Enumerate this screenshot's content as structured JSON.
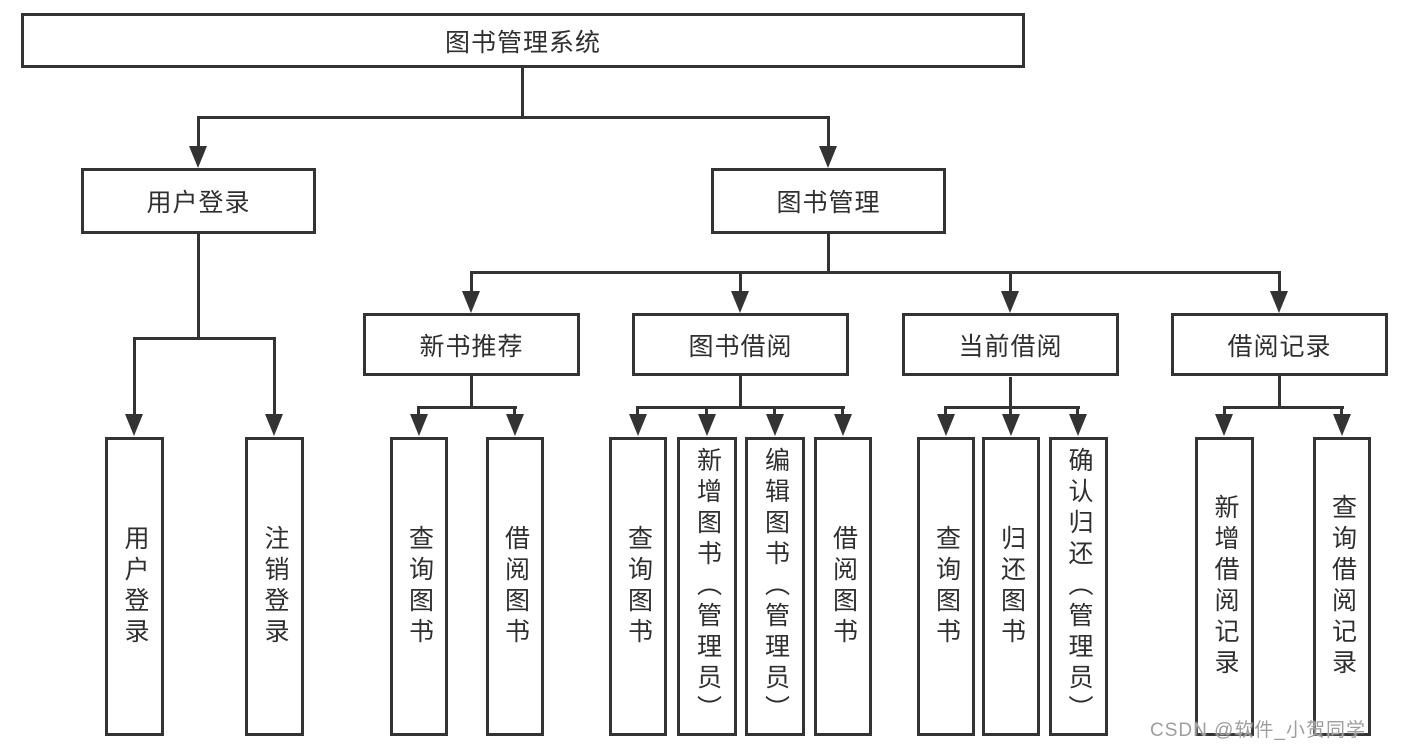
{
  "diagram_title": "图书管理系统",
  "colors": {
    "line": "#333333",
    "box_background": "#ffffff",
    "text": "#2f2f2f",
    "watermark": "#9e9e9e"
  },
  "nodes": {
    "root": "图书管理系统",
    "user_login": "用户登录",
    "book_mgmt": "图书管理",
    "new_book_rec": "新书推荐",
    "book_borrow": "图书借阅",
    "current_borrow": "当前借阅",
    "borrow_record": "借阅记录",
    "leaf_user_login": "用户登录",
    "leaf_logout": "注销登录",
    "leaf_query_books_1": "查询图书",
    "leaf_borrow_books_1": "借阅图书",
    "leaf_query_books_2": "查询图书",
    "leaf_add_books": "新增图书（管理员）",
    "leaf_edit_books": "编辑图书（管理员）",
    "leaf_borrow_books_2": "借阅图书",
    "leaf_query_books_3": "查询图书",
    "leaf_return_books": "归还图书",
    "leaf_confirm_return": "确认归还（管理员）",
    "leaf_add_borrow_record": "新增借阅记录",
    "leaf_query_borrow_record": "查询借阅记录"
  },
  "watermark": "CSDN @软件_小贺同学"
}
